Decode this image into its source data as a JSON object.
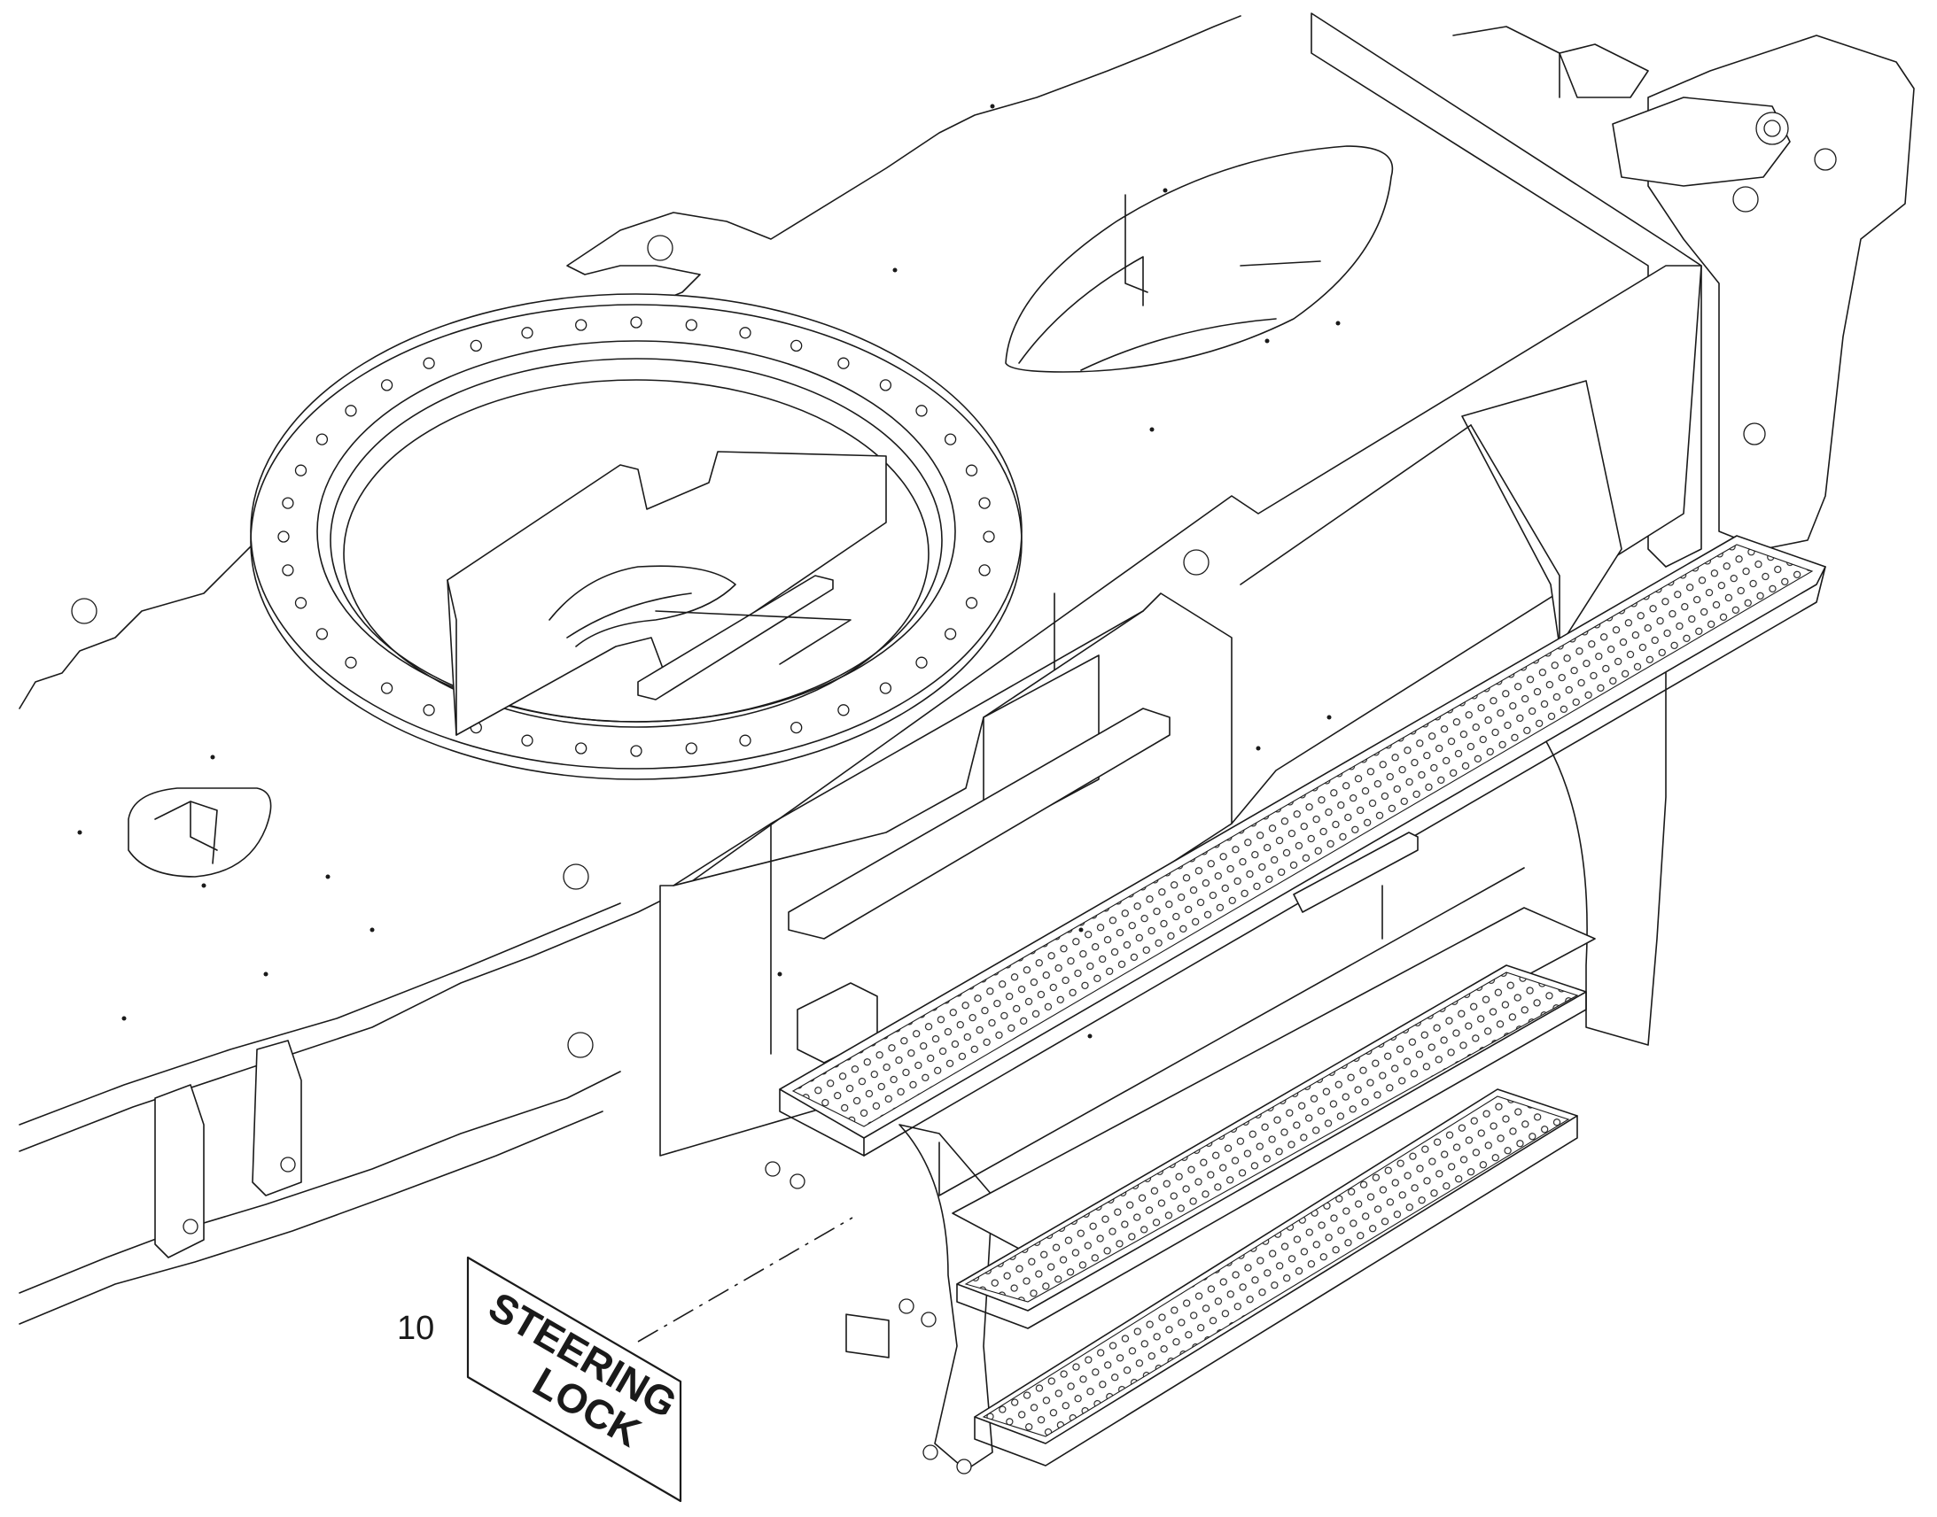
{
  "callout": {
    "item_number": "10"
  },
  "decal": {
    "line1": "STEERING",
    "line2": "LOCK"
  },
  "icons": {
    "ring_bolt_hole": "bolt-hole-icon",
    "step_perforation": "tread-perforation-icon"
  },
  "colors": {
    "line": "#1a1a1a",
    "background": "#ffffff"
  }
}
